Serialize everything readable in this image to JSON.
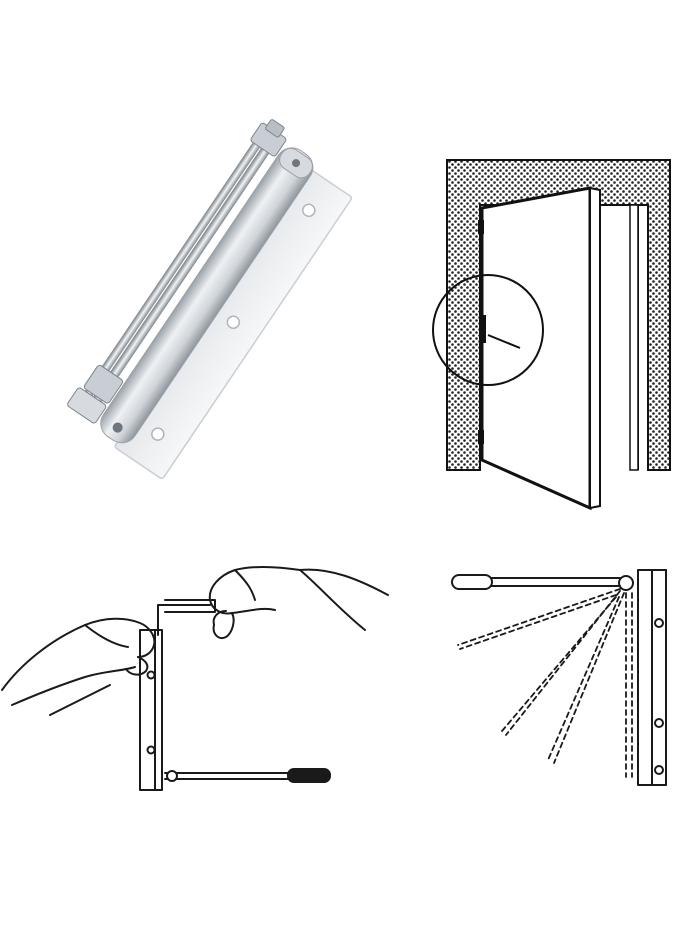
{
  "page": {
    "background": "#ffffff"
  },
  "colors": {
    "aluminum_light": "#eef1f4",
    "aluminum_mid": "#c9ced4",
    "aluminum_dark": "#8e959c",
    "chrome": "#b9bec4",
    "line_art": "#1a1a1a",
    "wall_hatch": "#3a3a3a"
  },
  "panels": [
    {
      "id": "product-photo",
      "description_icon": "door-closer-photo-icon"
    },
    {
      "id": "door-diagram",
      "description_icon": "door-frame-diagram-icon"
    },
    {
      "id": "adjustment-diagram",
      "description_icon": "hands-adjusting-icon"
    },
    {
      "id": "swing-diagram",
      "description_icon": "arm-swing-icon"
    }
  ]
}
